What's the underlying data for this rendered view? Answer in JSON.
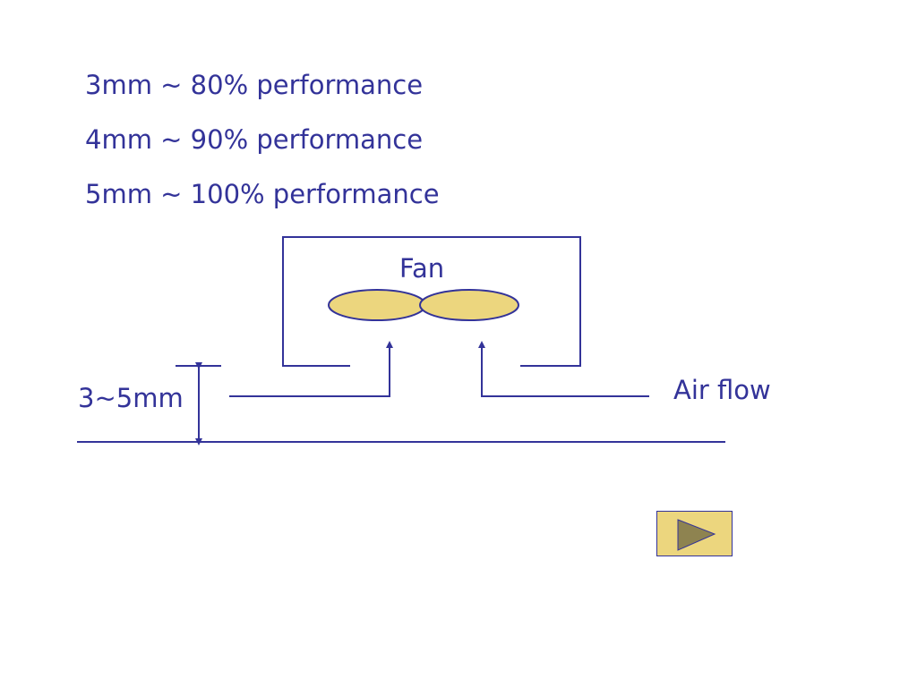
{
  "performance": [
    "3mm ~ 80% performance",
    "4mm ~ 90% performance",
    "5mm ~ 100% performance"
  ],
  "diagram": {
    "fan_label": "Fan",
    "airflow_label": "Air flow",
    "gap_label": "3~5mm"
  },
  "next_button": {
    "icon": "play-triangle-icon"
  },
  "colors": {
    "line": "#333399",
    "blade_fill": "#ecd67e",
    "button_fill": "#ecd67e",
    "triangle_fill": "#8e8350"
  }
}
